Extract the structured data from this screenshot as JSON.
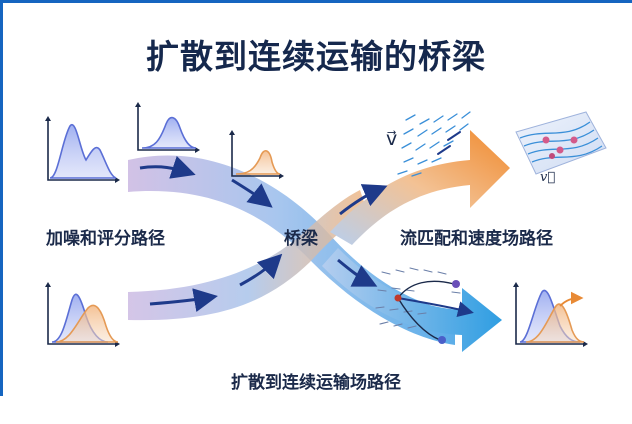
{
  "title": "扩散到连续运输的桥梁",
  "labels": {
    "left": "加噪和评分路径",
    "center": "桥梁",
    "right": "流匹配和速度场路径",
    "bottom": "扩散到连续运输场路径"
  },
  "symbols": {
    "velocity_vector": "v⃗",
    "velocity_italic": "v⃗"
  },
  "colors": {
    "title_text": "#15284d",
    "diffusion_band": "#b9a6da",
    "bridge_blue": "#5a9ee0",
    "flow_orange": "#f09a45",
    "arrow_navy": "#1e3a8a",
    "curve_blue": "#5b6fd6",
    "curve_orange": "#e59a55",
    "edge_accent": "#1565c0"
  }
}
